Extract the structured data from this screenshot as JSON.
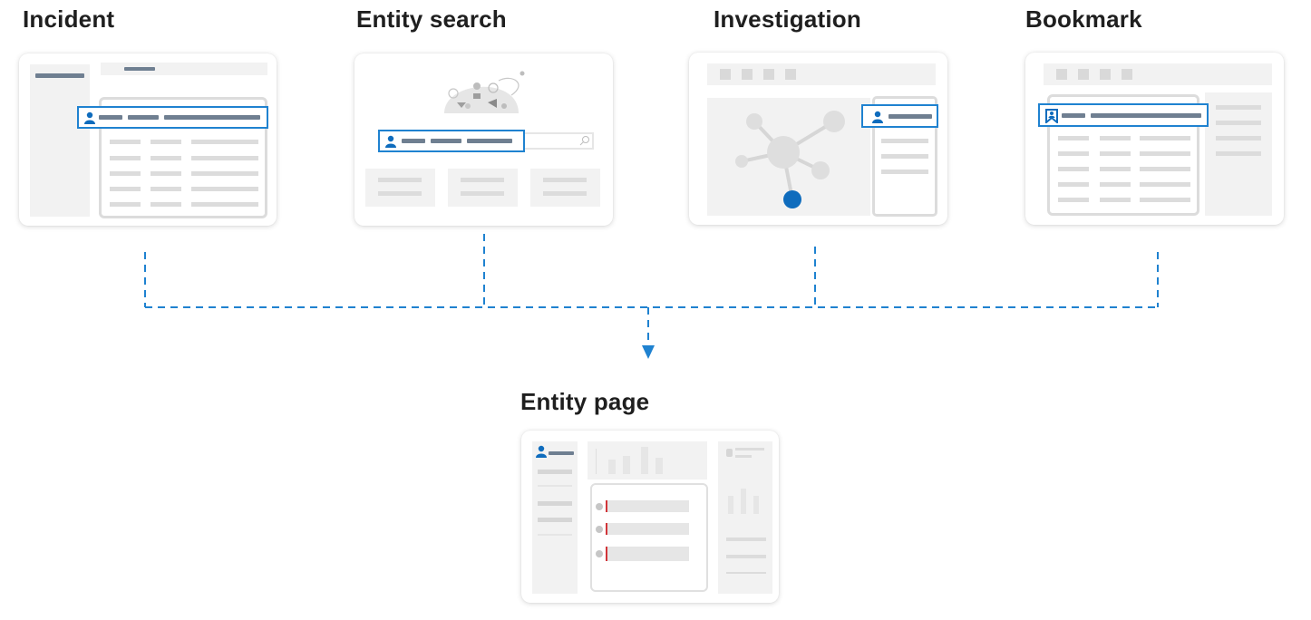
{
  "labels": {
    "incident": "Incident",
    "entity_search": "Entity search",
    "investigation": "Investigation",
    "bookmark": "Bookmark",
    "entity_page": "Entity page"
  },
  "colors": {
    "accent": "#1f82d0",
    "node_gray": "#dedede",
    "node_blue": "#0f6cbd",
    "alert_red": "#d13438",
    "bar_dark": "#6f7f91",
    "bar_light": "#dcdcdc"
  },
  "icons": [
    "user-icon",
    "bookmark-icon",
    "search-icon",
    "arrow-down-icon",
    "graph-node-icon"
  ]
}
